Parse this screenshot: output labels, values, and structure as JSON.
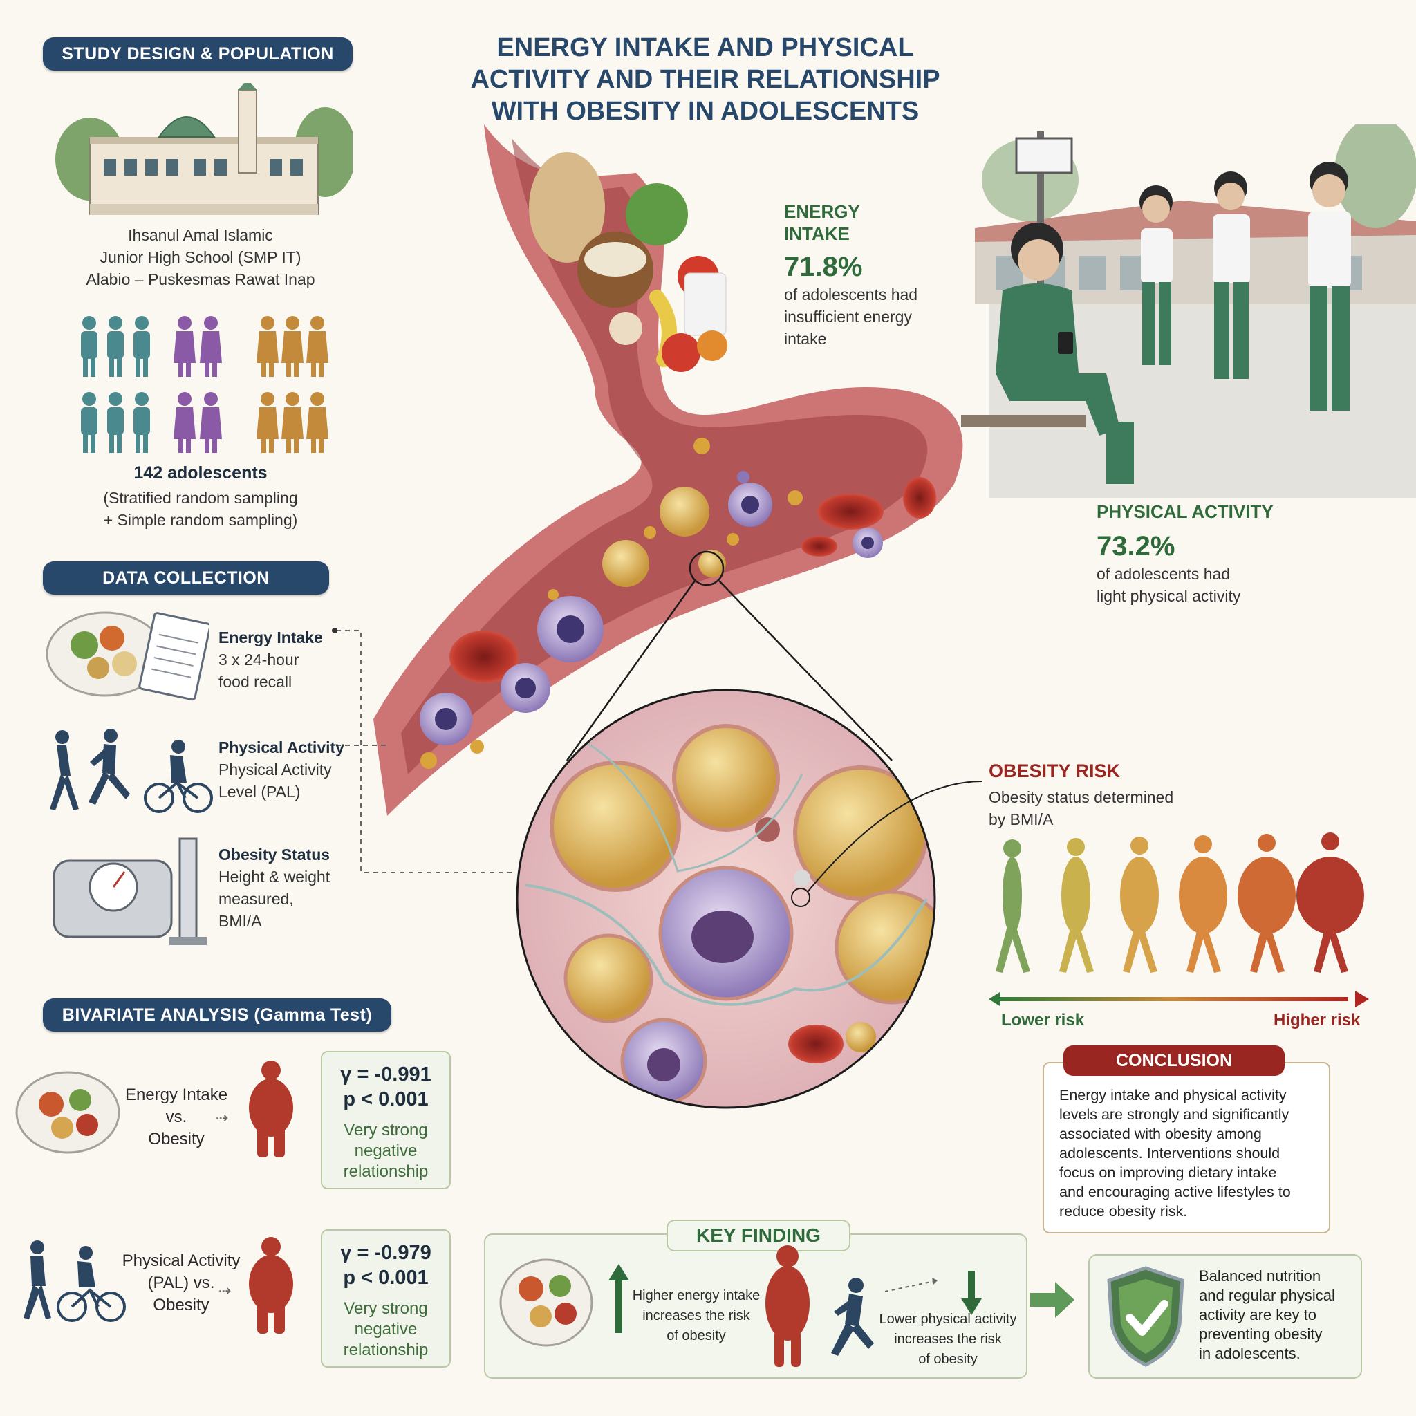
{
  "title": "ENERGY INTAKE AND PHYSICAL ACTIVITY AND THEIR RELATIONSHIP WITH OBESITY IN ADOLESCENTS",
  "study": {
    "header": "STUDY DESIGN & POPULATION",
    "school_line1": "Ihsanul Amal Islamic",
    "school_line2": "Junior High School (SMP IT)",
    "school_line3": "Alabio – Puskesmas Rawat Inap",
    "sample_size": "142 adolescents",
    "sampling_line1": "(Stratified random sampling",
    "sampling_line2": "+ Simple random sampling)"
  },
  "data_collection": {
    "header": "DATA COLLECTION",
    "items": [
      {
        "title": "Energy Intake",
        "line1": "3 x 24-hour",
        "line2": "food recall",
        "line3": "",
        "icon": "food-plate-clipboard-icon"
      },
      {
        "title": "Physical Activity",
        "line1": "Physical Activity",
        "line2": "Level (PAL)",
        "line3": "",
        "icon": "walking-running-cycling-icon"
      },
      {
        "title": "Obesity Status",
        "line1": "Height & weight",
        "line2": "measured,",
        "line3": "BMI/A",
        "icon": "scale-stadiometer-icon"
      }
    ]
  },
  "bivariate": {
    "header": "BIVARIATE ANALYSIS (Gamma Test)",
    "rows": [
      {
        "label1": "Energy Intake",
        "label2": "vs.",
        "label3": "Obesity",
        "gamma": "γ = -0.991",
        "p": "p < 0.001",
        "desc1": "Very strong",
        "desc2": "negative",
        "desc3": "relationship"
      },
      {
        "label1": "Physical Activity",
        "label2": "(PAL) vs.",
        "label3": "Obesity",
        "gamma": "γ = -0.979",
        "p": "p < 0.001",
        "desc1": "Very strong",
        "desc2": "negative",
        "desc3": "relationship"
      }
    ]
  },
  "energy_intake": {
    "label1": "ENERGY",
    "label2": "INTAKE",
    "percent": "71.8%",
    "line1": "of adolescents had",
    "line2": "insufficient energy",
    "line3": "intake"
  },
  "physical_activity": {
    "label": "PHYSICAL ACTIVITY",
    "percent": "73.2%",
    "line1": "of adolescents had",
    "line2": "light physical activity"
  },
  "obesity_risk": {
    "label": "OBESITY RISK",
    "line1": "Obesity status determined",
    "line2": "by BMI/A",
    "lower": "Lower risk",
    "higher": "Higher risk",
    "figure_colors": [
      "#7fa35a",
      "#c9b24e",
      "#d6a24a",
      "#d98a3e",
      "#cf6a34",
      "#b23a2c"
    ]
  },
  "conclusion": {
    "header": "CONCLUSION",
    "lines": [
      "Energy intake and physical activity",
      "levels are strongly and significantly",
      "associated with obesity among",
      "adolescents. Interventions should",
      "focus on improving dietary intake",
      "and encouraging active lifestyles to",
      "reduce obesity risk."
    ]
  },
  "key_finding": {
    "header": "KEY FINDING",
    "left1": "Higher energy intake",
    "left2": "increases the risk",
    "left3": "of obesity",
    "right1": "Lower physical activity",
    "right2": "increases the risk",
    "right3": "of obesity"
  },
  "recommendation": {
    "line1": "Balanced nutrition",
    "line2": "and regular physical",
    "line3": "activity are key to",
    "line4": "preventing obesity",
    "line5": "in adolescents."
  },
  "colors": {
    "navy": "#27476b",
    "green": "#2f6b3a",
    "red": "#9a2622",
    "teal_people": "#4a8a8e",
    "purple_people": "#8a5aa6",
    "ochre_people": "#c48a3c"
  }
}
